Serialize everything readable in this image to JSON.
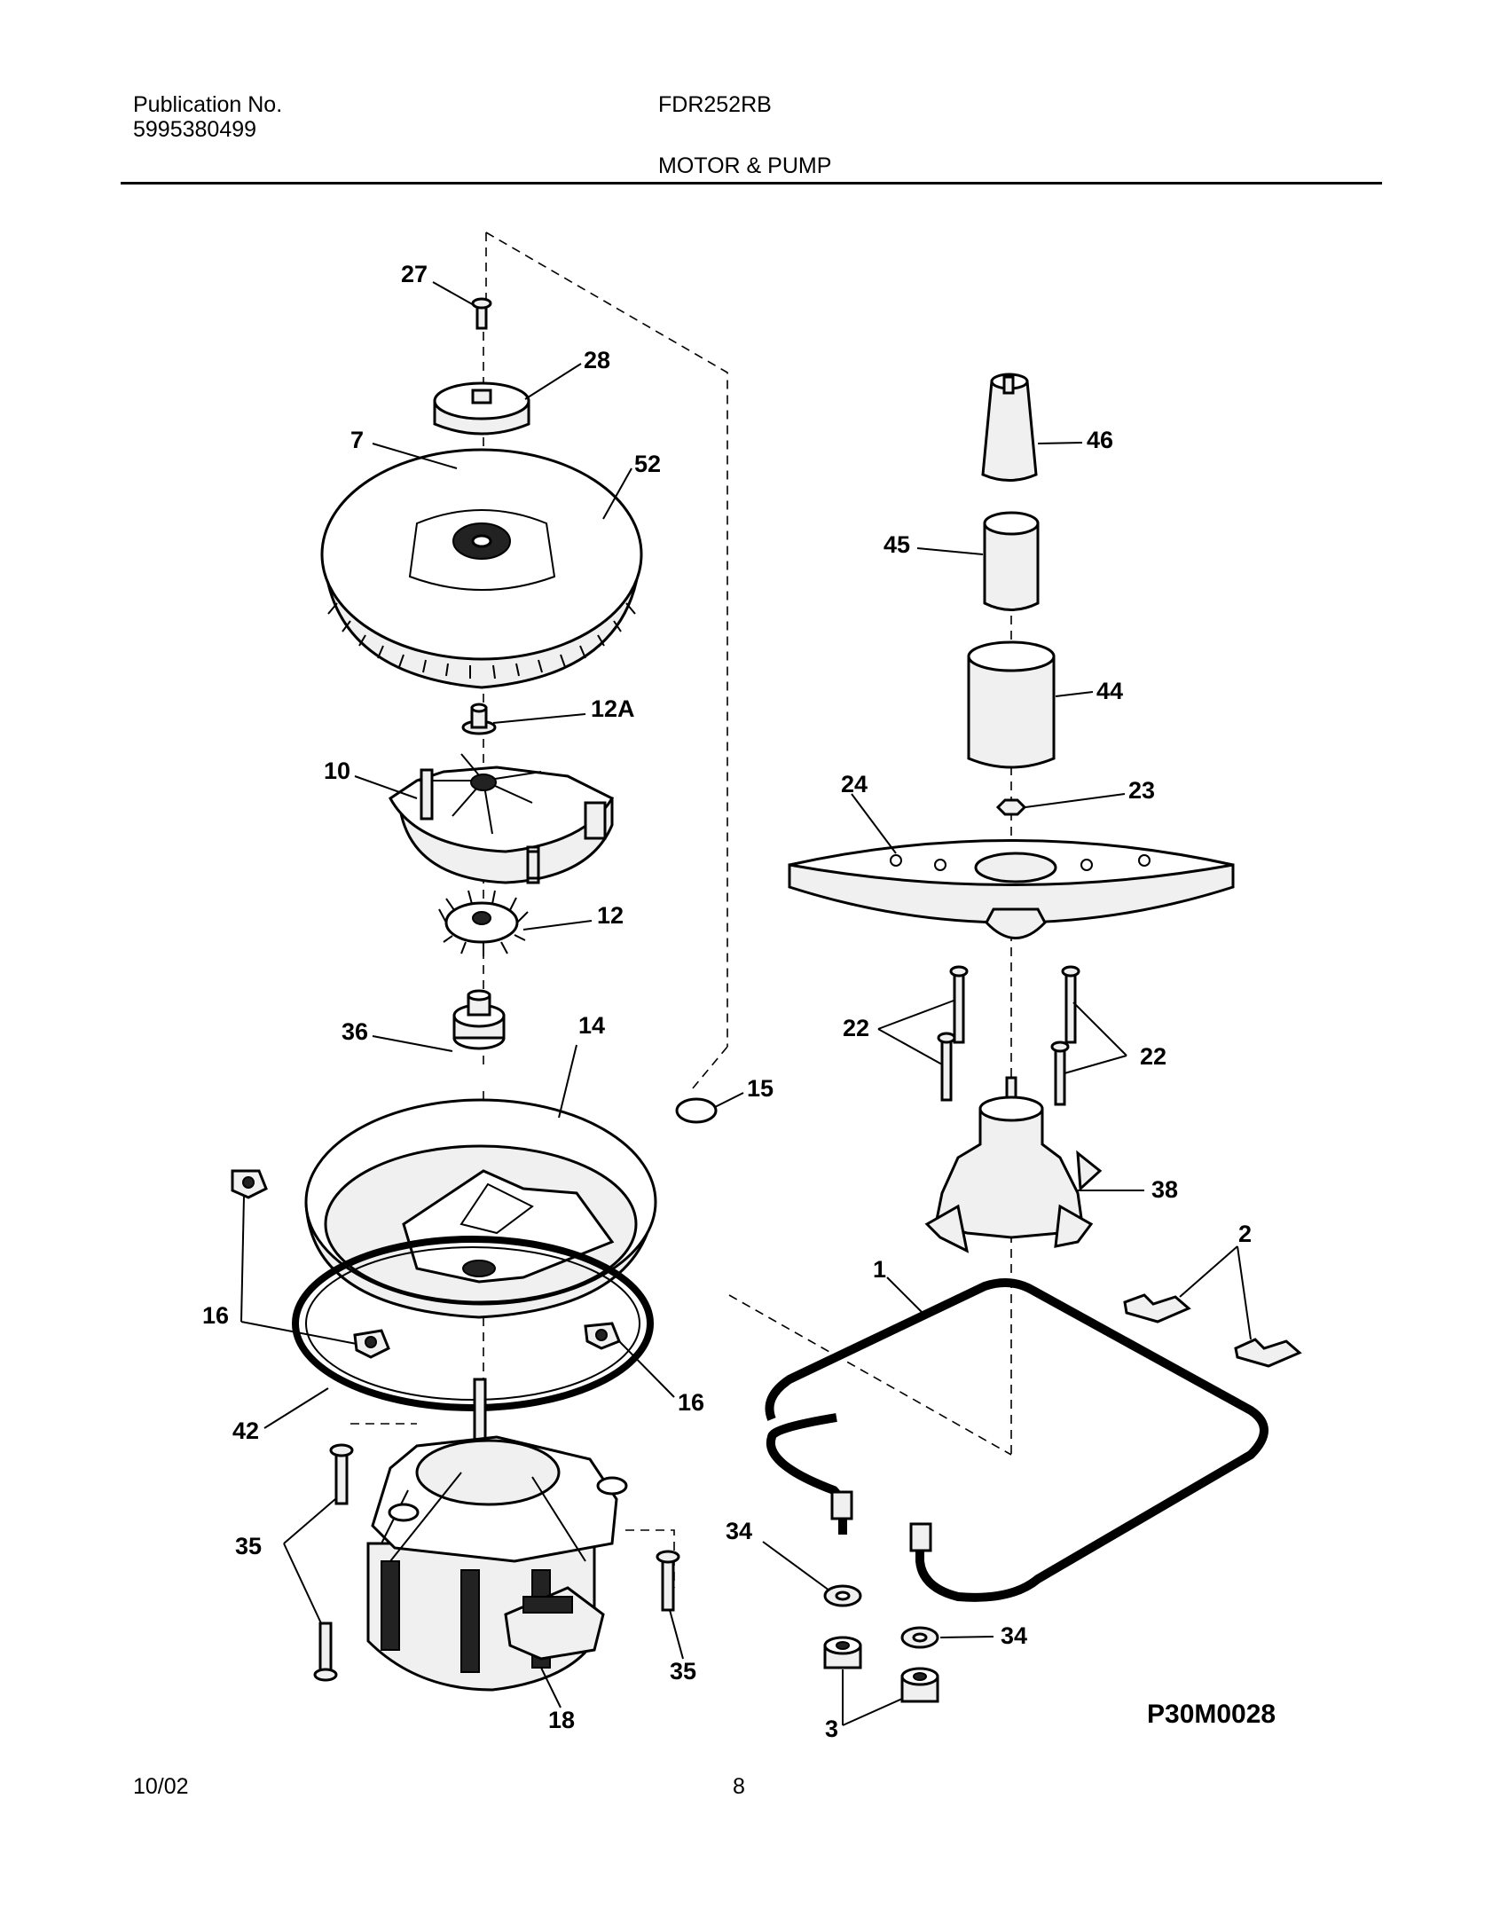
{
  "header": {
    "publication_label": "Publication No.",
    "publication_number": "5995380499",
    "model": "FDR252RB",
    "section_title": "MOTOR & PUMP"
  },
  "diagram": {
    "figure_code": "P30M0028",
    "callouts": {
      "c27": "27",
      "c28": "28",
      "c7": "7",
      "c52": "52",
      "c12A": "12A",
      "c10": "10",
      "c12": "12",
      "c36": "36",
      "c14": "14",
      "c15": "15",
      "c16a": "16",
      "c16b": "16",
      "c42": "42",
      "c35a": "35",
      "c35b": "35",
      "c18": "18",
      "c46": "46",
      "c45": "45",
      "c44": "44",
      "c23": "23",
      "c24": "24",
      "c22a": "22",
      "c22b": "22",
      "c38": "38",
      "c1": "1",
      "c2": "2",
      "c34a": "34",
      "c34b": "34",
      "c3": "3"
    }
  },
  "footer": {
    "date": "10/02",
    "page": "8"
  }
}
